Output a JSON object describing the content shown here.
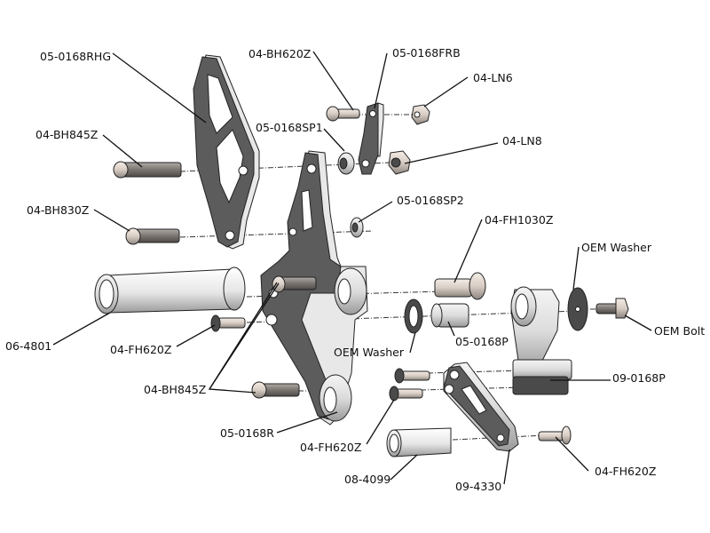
{
  "diagram": {
    "type": "exploded-parts-diagram",
    "labels": {
      "rhg": "05-0168RHG",
      "bh620": "04-BH620Z",
      "frb": "05-0168FRB",
      "ln6": "04-LN6",
      "bh845_top": "04-BH845Z",
      "sp1": "05-0168SP1",
      "ln8": "04-LN8",
      "bh830": "04-BH830Z",
      "sp2": "05-0168SP2",
      "fh1030": "04-FH1030Z",
      "oem_washer_right": "OEM Washer",
      "tube_4801": "06-4801",
      "fh620_left": "04-FH620Z",
      "oem_bolt": "OEM Bolt",
      "oem_washer_mid": "OEM Washer",
      "p_0168": "05-0168P",
      "bh845_bottom": "04-BH845Z",
      "p_090168": "09-0168P",
      "r_0168": "05-0168R",
      "fh620_mid": "04-FH620Z",
      "sp_4099": "08-4099",
      "link_4330": "09-4330",
      "fh620_right": "04-FH620Z"
    }
  }
}
